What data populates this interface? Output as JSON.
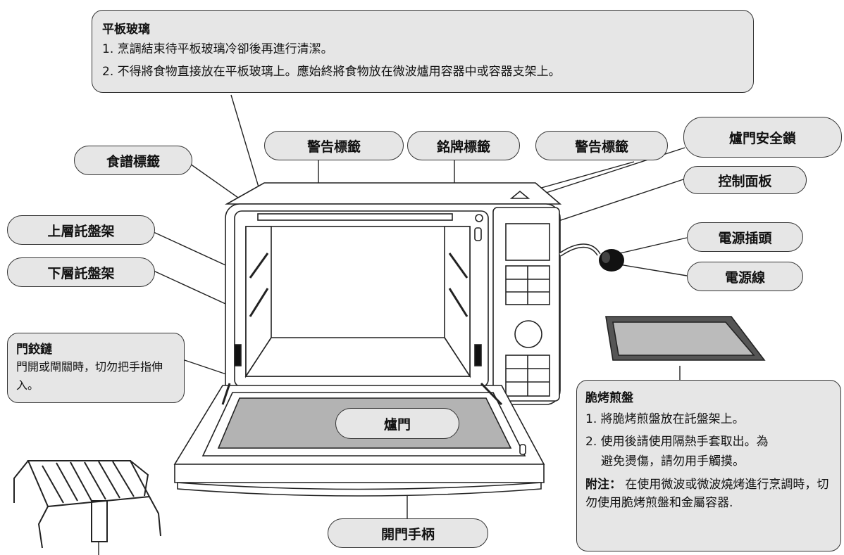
{
  "labels": {
    "flat_glass": {
      "title": "平板玻璃",
      "lines": [
        "1. 烹調結束待平板玻璃冷卻後再進行清潔。",
        "2. 不得將食物直接放在平板玻璃上。應始終將食物放在微波爐用容器中或容器支架上。"
      ]
    },
    "warning_label_1": "警告標籤",
    "nameplate_label": "銘牌標籤",
    "warning_label_2": "警告標籤",
    "door_safety_lock": "爐門安全鎖",
    "recipe_label": "食譜標籤",
    "control_panel": "控制面板",
    "upper_rack": "上層託盤架",
    "lower_rack": "下層託盤架",
    "power_plug": "電源插頭",
    "power_cord": "電源線",
    "door_hinge": {
      "title": "門鉸鏈",
      "text": "門開或閘關時，切勿把手指伸入。"
    },
    "door": "爐門",
    "crisp_pan": {
      "title": "脆烤煎盤",
      "lines": [
        "1. 將脆烤煎盤放在託盤架上。",
        "2. 使用後請使用隔熱手套取出。為",
        "避免燙傷，請勿用手觸摸。"
      ],
      "note_label": "附注：",
      "note_text": "在使用微波或微波燒烤進行烹調時，切勿使用脆烤煎盤和金屬容器."
    },
    "door_handle": "開門手柄"
  },
  "colors": {
    "label_fill": "#e6e6e6",
    "glass_fill": "#b3b3b3",
    "outline": "#222222"
  }
}
